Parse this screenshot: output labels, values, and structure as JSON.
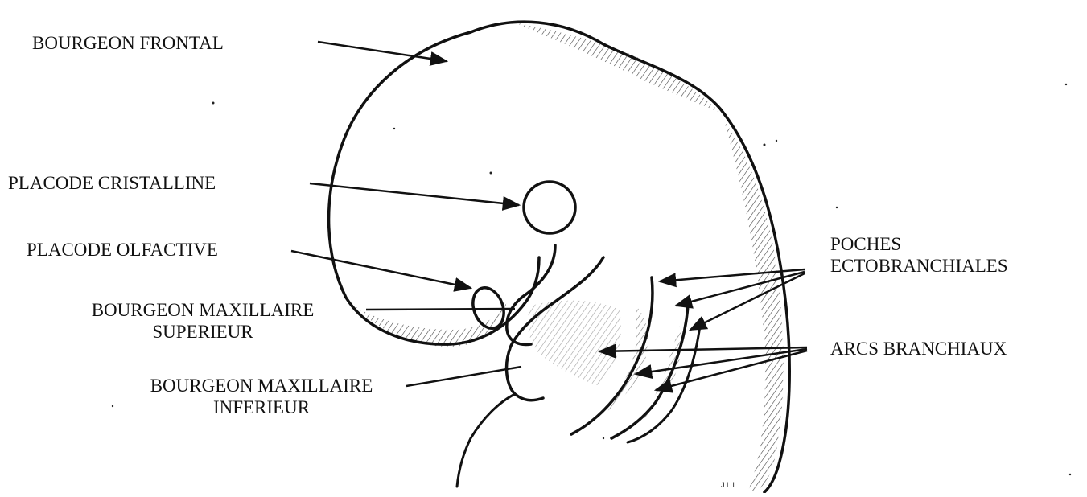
{
  "labels": {
    "bourgeon_frontal": "BOURGEON FRONTAL",
    "placode_cristalline": "PLACODE CRISTALLINE",
    "placode_olfactive": "PLACODE OLFACTIVE",
    "bourgeon_maxillaire_superieur_line1": "BOURGEON MAXILLAIRE",
    "bourgeon_maxillaire_superieur_line2": "SUPERIEUR",
    "bourgeon_maxillaire_inferieur_line1": "BOURGEON MAXILLAIRE",
    "bourgeon_maxillaire_inferieur_line2": "INFERIEUR",
    "poches_line1": "POCHES",
    "poches_line2": "ECTOBRANCHIALES",
    "arcs_branchiaux": "ARCS BRANCHIAUX"
  },
  "signature": "J.L.L",
  "colors": {
    "ink": "#111111"
  }
}
